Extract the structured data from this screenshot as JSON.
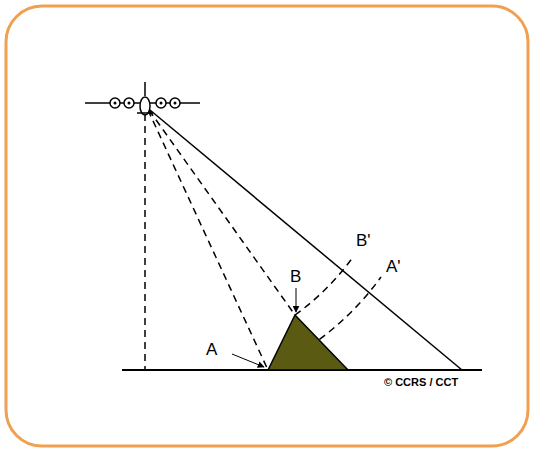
{
  "diagram": {
    "labels": [
      "A",
      "B",
      "B'",
      "A'",
      "© CCRS / CCT"
    ]
  }
}
